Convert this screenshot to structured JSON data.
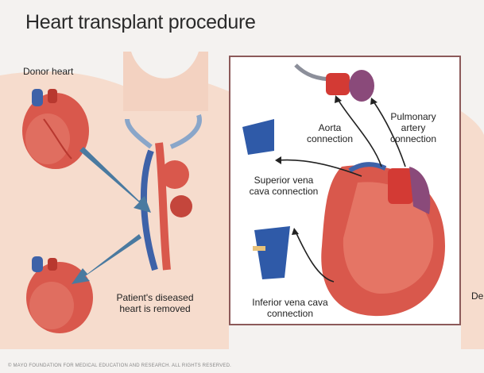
{
  "title": "Heart transplant procedure",
  "labels": {
    "donor_heart": "Donor heart",
    "patient_heart_line1": "Patient's diseased",
    "patient_heart_line2": "heart is removed",
    "aorta_line1": "Aorta",
    "aorta_line2": "connection",
    "pulmonary_line1": "Pulmonary",
    "pulmonary_line2": "artery",
    "pulmonary_line3": "connection",
    "superior_line1": "Superior vena",
    "superior_line2": "cava connection",
    "inferior_line1": "Inferior vena cava",
    "inferior_line2": "connection",
    "edge_label": "De"
  },
  "copyright": "© MAYO FOUNDATION FOR MEDICAL EDUCATION AND RESEARCH. ALL RIGHTS RESERVED.",
  "colors": {
    "skin": "#f6dccd",
    "heart": "#d9584c",
    "heart_dark": "#b8382f",
    "vein_blue": "#3e62a8",
    "arrow_blue": "#4a7aa0",
    "frame": "#8c5a5a"
  }
}
